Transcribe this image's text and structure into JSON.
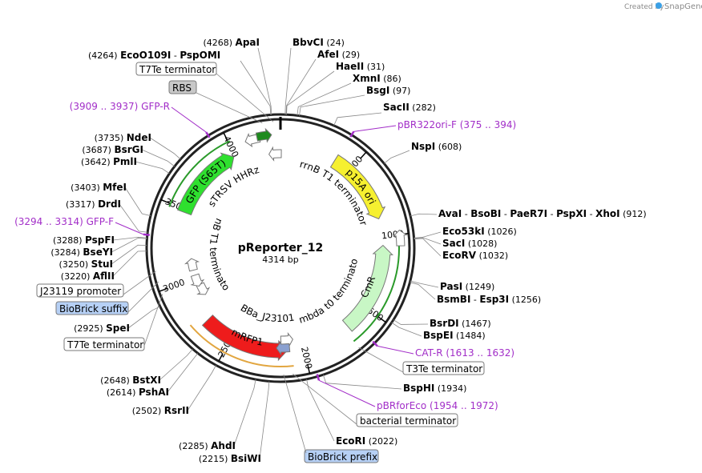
{
  "credit": {
    "created_by": "Created by",
    "brand": "SnapGene"
  },
  "plasmid": {
    "name": "pReporter_12",
    "length_label": "4314 bp"
  },
  "ring_ticks": [
    "500",
    "1000",
    "1500",
    "2000",
    "2500",
    "3000",
    "3500",
    "4000"
  ],
  "features": [
    {
      "name": "p15A ori",
      "color": "#f6f030"
    },
    {
      "name": "CmR",
      "color": "#c8f7c5"
    },
    {
      "name": "mRFP1",
      "color": "#ee1c1c"
    },
    {
      "name": "GFP (S65T)",
      "color": "#2fe02f"
    },
    {
      "name": "rrnB T1 terminator",
      "color": "#ffffff"
    },
    {
      "name": "lambda t0 terminator",
      "color": "#ffffff"
    },
    {
      "name": "BBa_J23101",
      "color": "#ffffff"
    },
    {
      "name": "rrnB T1 terminator",
      "color": "#ffffff"
    },
    {
      "name": "sTRSV HHRz",
      "color": "#ffffff"
    }
  ],
  "enzymes": [
    {
      "name": "ApaI",
      "pos": "(4268)"
    },
    {
      "name": "EcoO109I",
      "pos": "(4264)"
    },
    {
      "name": "PspOMI",
      "pos": ""
    },
    {
      "name": "BbvCI",
      "pos": "(24)"
    },
    {
      "name": "AfeI",
      "pos": "(29)"
    },
    {
      "name": "HaeII",
      "pos": "(31)"
    },
    {
      "name": "XmnI",
      "pos": "(86)"
    },
    {
      "name": "BsgI",
      "pos": "(97)"
    },
    {
      "name": "SacII",
      "pos": "(282)"
    },
    {
      "name": "NspI",
      "pos": "(608)"
    },
    {
      "name": "AvaI",
      "pos": ""
    },
    {
      "name": "BsoBI",
      "pos": ""
    },
    {
      "name": "PaeR7I",
      "pos": ""
    },
    {
      "name": "PspXI",
      "pos": ""
    },
    {
      "name": "XhoI",
      "pos": "(912)"
    },
    {
      "name": "Eco53kI",
      "pos": "(1026)"
    },
    {
      "name": "SacI",
      "pos": "(1028)"
    },
    {
      "name": "EcoRV",
      "pos": "(1032)"
    },
    {
      "name": "PasI",
      "pos": "(1249)"
    },
    {
      "name": "BsmBI",
      "pos": ""
    },
    {
      "name": "Esp3I",
      "pos": "(1256)"
    },
    {
      "name": "BsrDI",
      "pos": "(1467)"
    },
    {
      "name": "BspEI",
      "pos": "(1484)"
    },
    {
      "name": "BspHI",
      "pos": "(1934)"
    },
    {
      "name": "EcoRI",
      "pos": "(2022)"
    },
    {
      "name": "BsiWI",
      "pos": "(2215)"
    },
    {
      "name": "AhdI",
      "pos": "(2285)"
    },
    {
      "name": "RsrII",
      "pos": "(2502)"
    },
    {
      "name": "PshAI",
      "pos": "(2614)"
    },
    {
      "name": "BstXI",
      "pos": "(2648)"
    },
    {
      "name": "SpeI",
      "pos": "(2925)"
    },
    {
      "name": "AflII",
      "pos": "(3220)"
    },
    {
      "name": "StuI",
      "pos": "(3250)"
    },
    {
      "name": "BseYI",
      "pos": "(3284)"
    },
    {
      "name": "PspFI",
      "pos": "(3288)"
    },
    {
      "name": "DrdI",
      "pos": "(3317)"
    },
    {
      "name": "MfeI",
      "pos": "(3403)"
    },
    {
      "name": "PmlI",
      "pos": "(3642)"
    },
    {
      "name": "BsrGI",
      "pos": "(3687)"
    },
    {
      "name": "NdeI",
      "pos": "(3735)"
    }
  ],
  "primers": [
    {
      "name": "pBR322ori-F",
      "range": "(375 .. 394)"
    },
    {
      "name": "CAT-R",
      "range": "(1613 .. 1632)"
    },
    {
      "name": "pBRforEco",
      "range": "(1954 .. 1972)"
    },
    {
      "name": "GFP-F",
      "range": "(3294 .. 3314)"
    },
    {
      "name": "GFP-R",
      "range": "(3909 .. 3937)"
    }
  ],
  "boxed_features": [
    {
      "name": "T7Te terminator",
      "fill": "#ffffff"
    },
    {
      "name": "RBS",
      "fill": "#c8c8c8"
    },
    {
      "name": "J23119 promoter",
      "fill": "#ffffff"
    },
    {
      "name": "BioBrick suffix",
      "fill": "#b6d0f5"
    },
    {
      "name": "T7Te terminator",
      "fill": "#ffffff"
    },
    {
      "name": "T3Te terminator",
      "fill": "#ffffff"
    },
    {
      "name": "bacterial terminator",
      "fill": "#ffffff"
    },
    {
      "name": "BioBrick prefix",
      "fill": "#b6d0f5"
    }
  ]
}
